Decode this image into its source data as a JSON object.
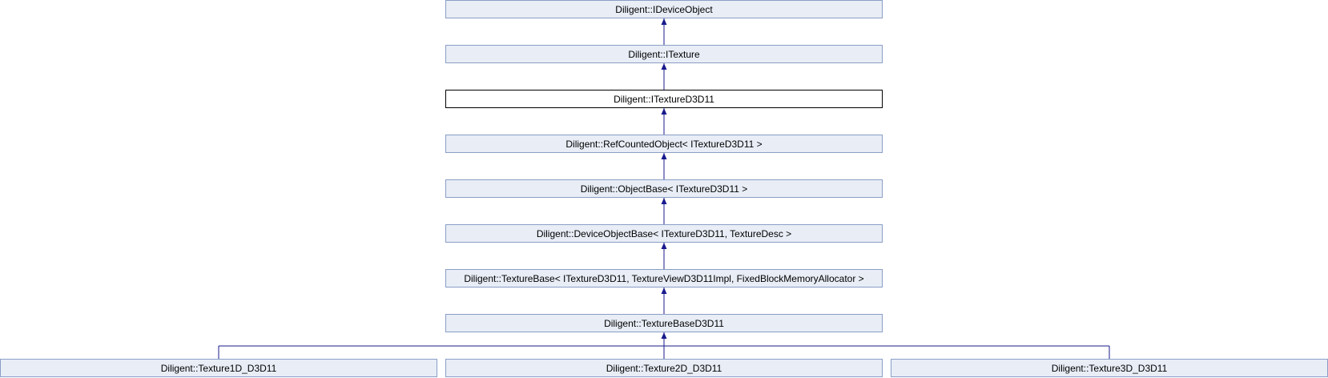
{
  "diagram": {
    "nodes": {
      "idevice_object": "Diligent::IDeviceObject",
      "itexture": "Diligent::ITexture",
      "itexture_d3d11": "Diligent::ITextureD3D11",
      "refcounted_object": "Diligent::RefCountedObject< ITextureD3D11 >",
      "object_base": "Diligent::ObjectBase< ITextureD3D11 >",
      "device_object_base": "Diligent::DeviceObjectBase< ITextureD3D11, TextureDesc >",
      "texture_base": "Diligent::TextureBase< ITextureD3D11, TextureViewD3D11Impl, FixedBlockMemoryAllocator >",
      "texture_base_d3d11": "Diligent::TextureBaseD3D11",
      "texture1d_d3d11": "Diligent::Texture1D_D3D11",
      "texture2d_d3d11": "Diligent::Texture2D_D3D11",
      "texture3d_d3d11": "Diligent::Texture3D_D3D11"
    },
    "edges": [
      [
        "itexture",
        "idevice_object"
      ],
      [
        "itexture_d3d11",
        "itexture"
      ],
      [
        "refcounted_object",
        "itexture_d3d11"
      ],
      [
        "object_base",
        "refcounted_object"
      ],
      [
        "device_object_base",
        "object_base"
      ],
      [
        "texture_base",
        "device_object_base"
      ],
      [
        "texture_base_d3d11",
        "texture_base"
      ],
      [
        "texture1d_d3d11",
        "texture_base_d3d11"
      ],
      [
        "texture2d_d3d11",
        "texture_base_d3d11"
      ],
      [
        "texture3d_d3d11",
        "texture_base_d3d11"
      ]
    ],
    "colors": {
      "node_fill": "#e8edf6",
      "node_border": "#8a9ec6",
      "current_border": "#000000",
      "edge": "#1a1a8c"
    }
  }
}
